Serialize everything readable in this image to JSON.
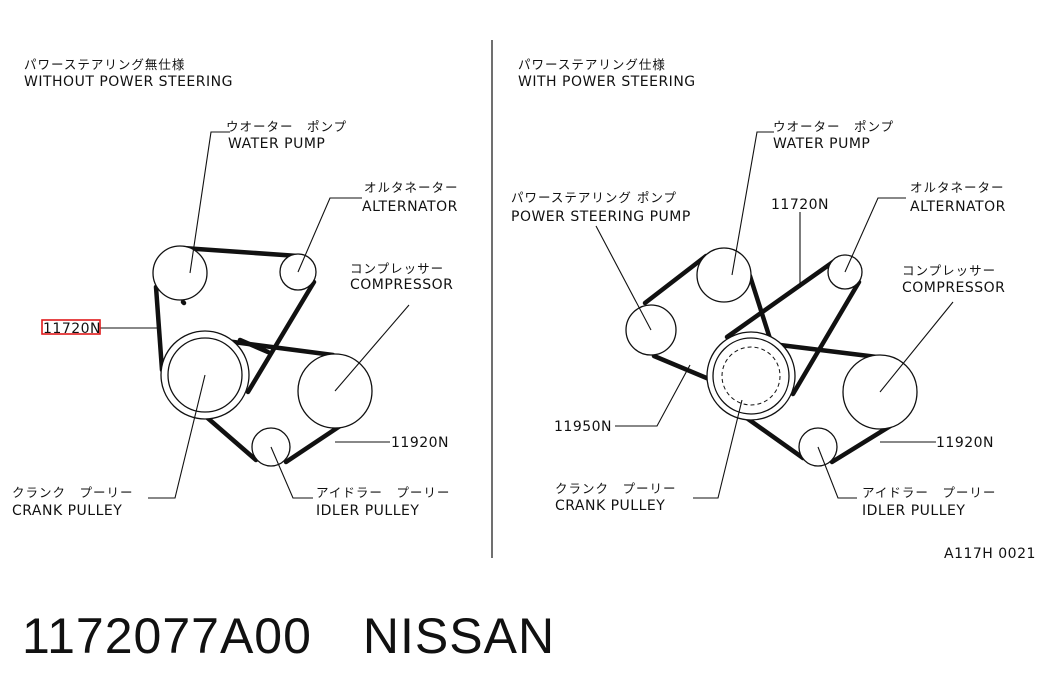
{
  "left": {
    "title_jp": "パワーステアリング無仕様",
    "title_en": "WITHOUT POWER STEERING",
    "water_pump_jp": "ウオーター　ポンプ",
    "water_pump_en": "WATER PUMP",
    "alternator_jp": "オルタネーター",
    "alternator_en": "ALTERNATOR",
    "compressor_jp": "コンプレッサー",
    "compressor_en": "COMPRESSOR",
    "crank_jp": "クランク　プーリー",
    "crank_en": "CRANK PULLEY",
    "idler_jp": "アイドラー　プーリー",
    "idler_en": "IDLER PULLEY",
    "belt_a": "11720N",
    "belt_b": "11920N",
    "highlight_color": "#e0191b"
  },
  "right": {
    "title_jp": "パワーステアリング仕様",
    "title_en": "WITH POWER STEERING",
    "water_pump_jp": "ウオーター　ポンプ",
    "water_pump_en": "WATER PUMP",
    "ps_pump_jp": "パワーステアリング ポンプ",
    "ps_pump_en": "POWER STEERING PUMP",
    "alternator_jp": "オルタネーター",
    "alternator_en": "ALTERNATOR",
    "compressor_jp": "コンプレッサー",
    "compressor_en": "COMPRESSOR",
    "crank_jp": "クランク　プーリー",
    "crank_en": "CRANK PULLEY",
    "idler_jp": "アイドラー　プーリー",
    "idler_en": "IDLER PULLEY",
    "belt_a": "11720N",
    "belt_b": "11920N",
    "belt_c": "11950N"
  },
  "figure_code": "A117H 0021",
  "part_number": "1172077A00　NISSAN"
}
